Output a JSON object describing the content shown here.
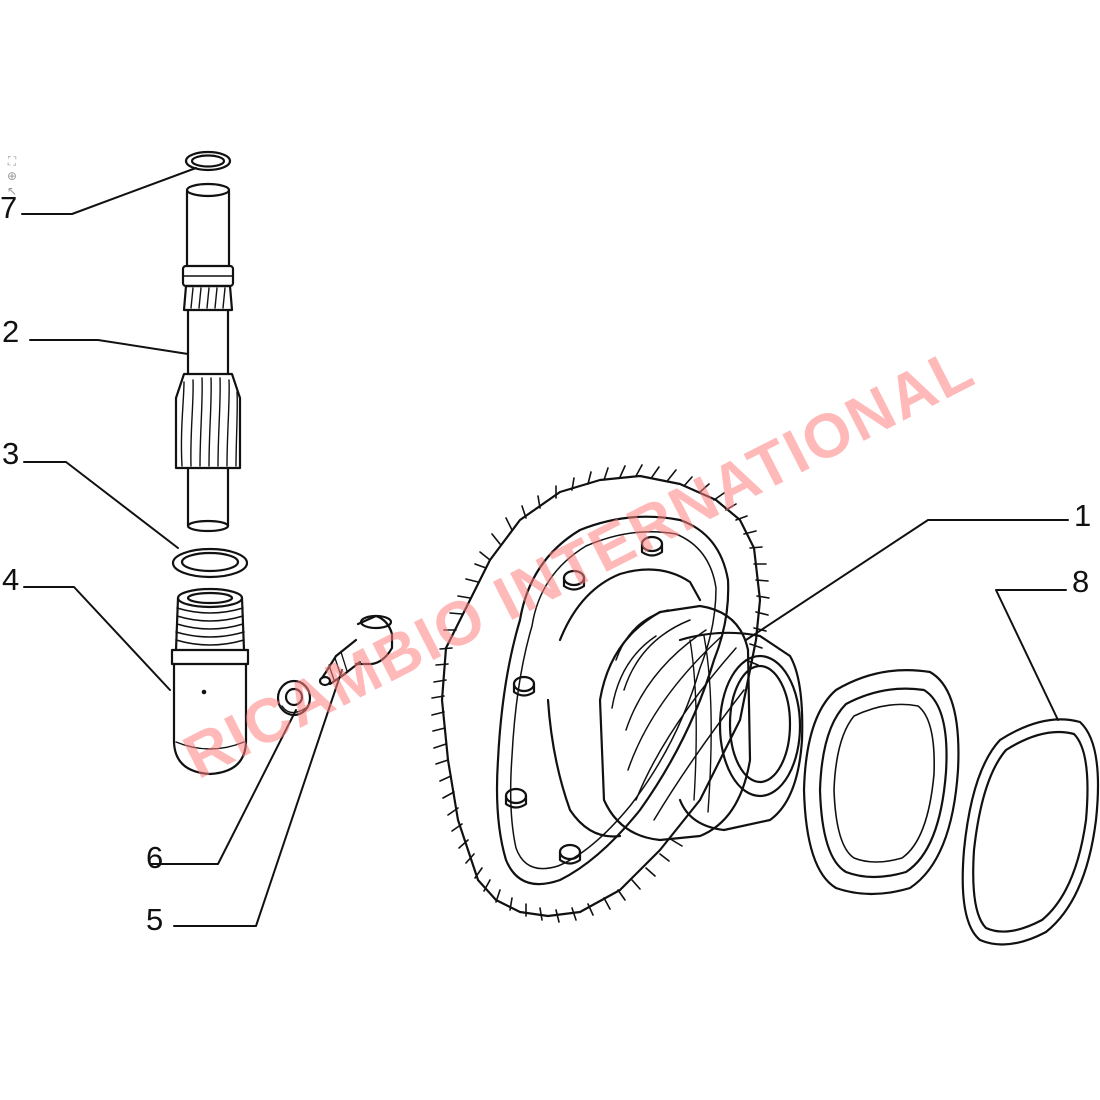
{
  "diagram": {
    "callouts": [
      {
        "id": "c7",
        "label": "7"
      },
      {
        "id": "c2",
        "label": "2"
      },
      {
        "id": "c3",
        "label": "3"
      },
      {
        "id": "c4",
        "label": "4"
      },
      {
        "id": "c6",
        "label": "6"
      },
      {
        "id": "c5",
        "label": "5"
      },
      {
        "id": "c1",
        "label": "1"
      },
      {
        "id": "c8",
        "label": "8"
      }
    ],
    "watermark": "RICAMBIO INTERNATIONAL"
  },
  "viewer_tools": [
    {
      "name": "frame-icon",
      "glyph": "⛶"
    },
    {
      "name": "zoom-in-icon",
      "glyph": "⊕"
    },
    {
      "name": "pointer-icon",
      "glyph": "↖"
    }
  ],
  "colors": {
    "line": "#111111",
    "watermark": "#ff8080",
    "background": "#ffffff"
  }
}
